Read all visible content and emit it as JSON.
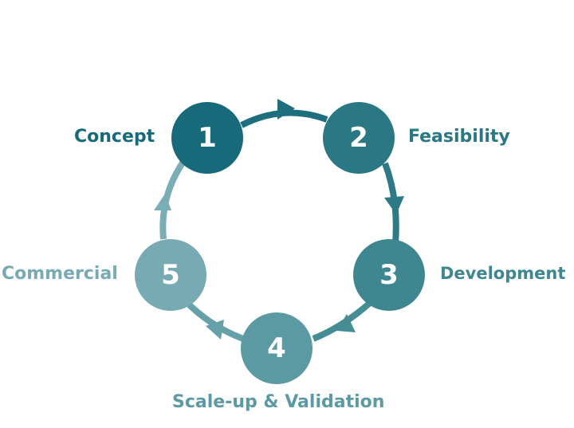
{
  "diagram": {
    "stages": [
      {
        "number": "1",
        "label": "Concept",
        "color": "#176a7a"
      },
      {
        "number": "2",
        "label": "Feasibility",
        "color": "#297883"
      },
      {
        "number": "3",
        "label": "Development",
        "color": "#3e8790"
      },
      {
        "number": "4",
        "label": "Scale-up & Validation",
        "color": "#5b9aa3"
      },
      {
        "number": "5",
        "label": "Commercial",
        "color": "#78aab3"
      }
    ]
  }
}
